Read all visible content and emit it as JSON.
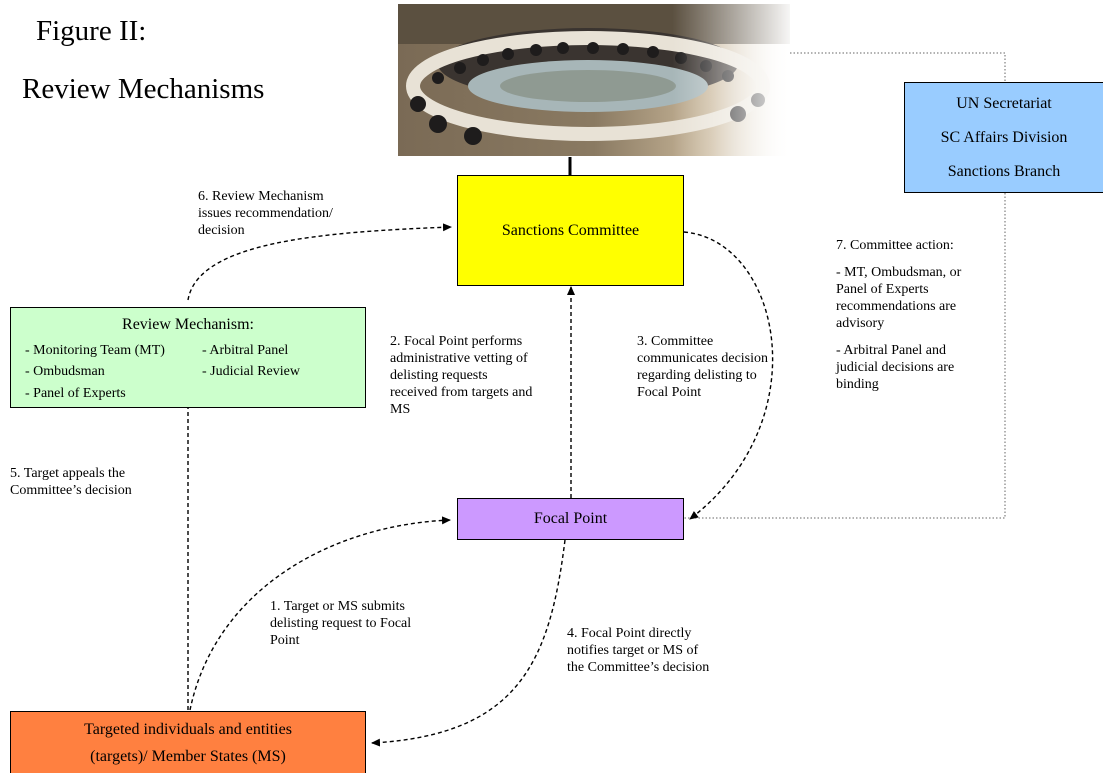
{
  "figure": {
    "title": "Figure II:",
    "subtitle": "Review Mechanisms"
  },
  "nodes": {
    "secretariat": {
      "line1": "UN Secretariat",
      "line2": "SC Affairs Division",
      "line3": "Sanctions Branch",
      "color": "#99ccff"
    },
    "sanctions_committee": {
      "label": "Sanctions Committee",
      "color": "#ffff00"
    },
    "review_mechanism": {
      "heading": "Review Mechanism:",
      "items": [
        "- Monitoring Team (MT)",
        "- Arbitral Panel",
        "- Ombudsman",
        "- Judicial Review",
        "- Panel of Experts"
      ],
      "color": "#ccffcc"
    },
    "focal_point": {
      "label": "Focal Point",
      "color": "#cc99ff"
    },
    "targets": {
      "line1": "Targeted individuals and entities",
      "line2": "(targets)/ Member States (MS)",
      "color": "#ff8040"
    }
  },
  "steps": {
    "step1": [
      "1.  Target or MS submits",
      "delisting  request to Focal",
      "Point"
    ],
    "step2": [
      "2.  Focal Point performs",
      "administrative vetting of",
      "delisting requests",
      "received from targets and",
      "MS"
    ],
    "step3": [
      "3.  Committee",
      "communicates decision",
      "regarding delisting to",
      "Focal Point"
    ],
    "step4": [
      "4.  Focal Point directly",
      "notifies target or MS of",
      "the Committee’s decision"
    ],
    "step5": [
      "5.  Target appeals the",
      "Committee’s decision"
    ],
    "step6": [
      "6.  Review Mechanism",
      "issues recommendation/",
      "decision"
    ],
    "step7": {
      "heading": "7. Committee action:",
      "para1": [
        "- MT, Ombudsman, or",
        "Panel of Experts",
        "recommendations are",
        "advisory"
      ],
      "para2": [
        "- Arbitral Panel and",
        "judicial decisions are",
        "binding"
      ]
    }
  }
}
